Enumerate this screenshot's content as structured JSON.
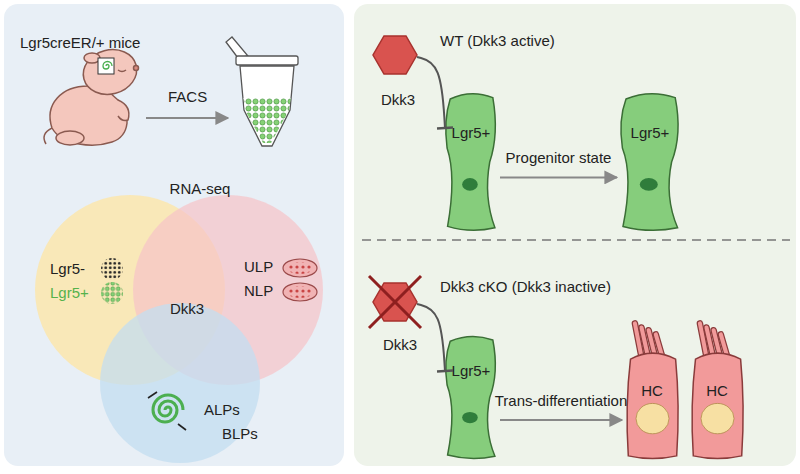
{
  "diagram": {
    "nodes": [
      {
        "text": [
          "Lgr5-",
          "Lgr5+"
        ]
      },
      {
        "text": [
          "ULP",
          "NLP"
        ]
      },
      {
        "text": [
          "ALPs",
          "BLPs"
        ]
      },
      {
        "text": [
          "Dkk3"
        ]
      },
      {
        "text": [
          "Lgr5+"
        ]
      },
      {
        "text": [
          "Lgr5+"
        ]
      },
      {
        "text": [
          "Dkk3"
        ]
      },
      {
        "text": [
          "Lgr5+"
        ]
      },
      {
        "text": [
          "HC"
        ]
      },
      {
        "text": [
          "HC"
        ]
      }
    ],
    "edges": [
      {
        "from": 3,
        "to": 4,
        "arrow": "to"
      },
      {
        "from": 4,
        "to": 5,
        "label": "Progenitor state",
        "arrow": "to"
      },
      {
        "from": 6,
        "to": 7,
        "arrow": "to"
      },
      {
        "from": 7,
        "to": 8,
        "label": "Trans-differentiation",
        "arrow": "to"
      }
    ],
    "labels": [
      "Lgr5creER/+ mice",
      "FACS",
      "RNA-seq",
      "Dkk3",
      "WT (Dkk3 active)",
      "Dkk3 cKO (Dkk3 inactive)"
    ]
  }
}
